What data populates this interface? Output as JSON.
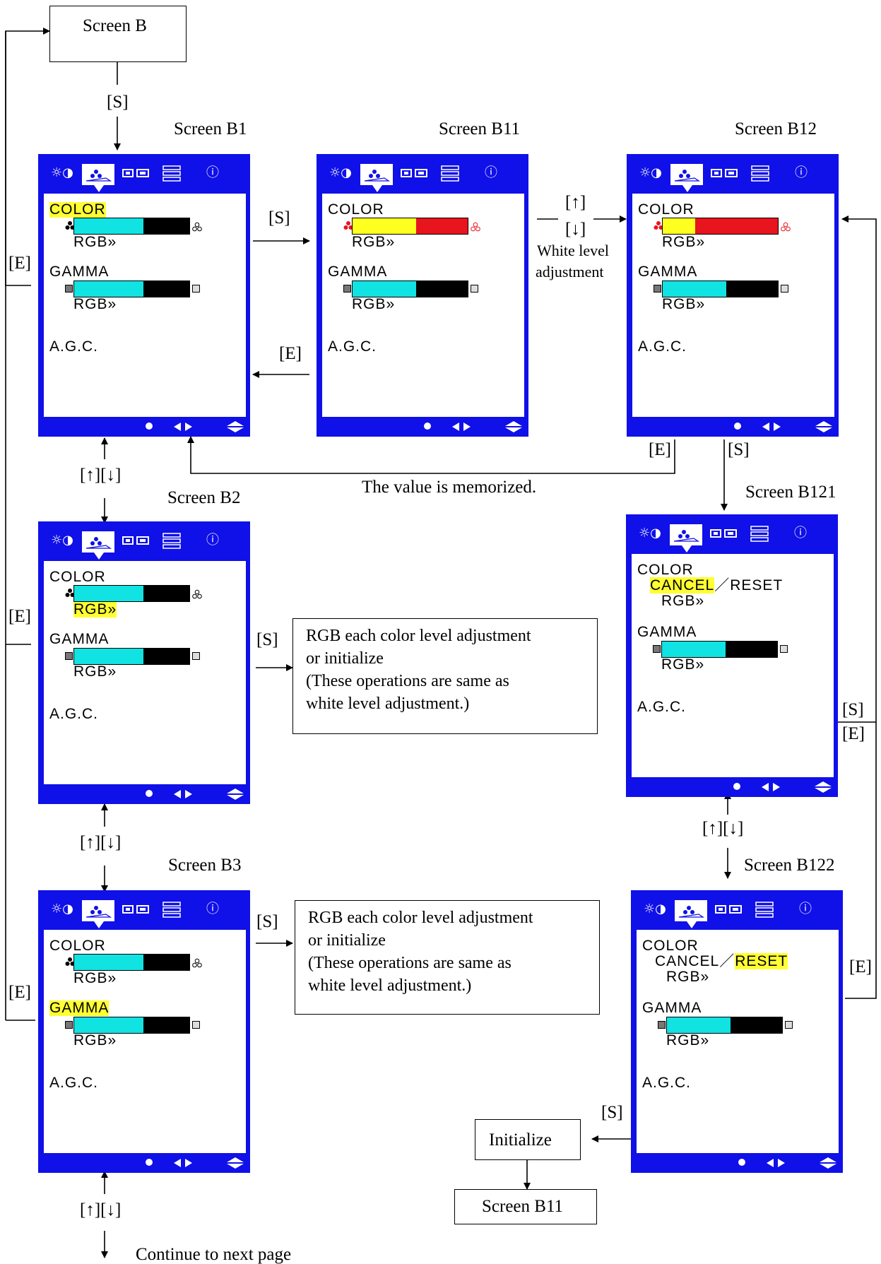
{
  "labels": {
    "screen_b": "Screen B",
    "screen_b1": "Screen B1",
    "screen_b11": "Screen B11",
    "screen_b12": "Screen B12",
    "screen_b2": "Screen B2",
    "screen_b3": "Screen B3",
    "screen_b121": "Screen B121",
    "screen_b122": "Screen B122",
    "initialize": "Initialize",
    "screen_b11_box": "Screen B11",
    "s": "[S]",
    "e": "[E]",
    "updown": "[↑][↓]",
    "up": "[↑]",
    "down": "[↓]",
    "white_level_1": "White level",
    "white_level_2": "adjustment",
    "memorized": "The value is memorized.",
    "continue": "Continue to next page"
  },
  "notes": {
    "rgb_note": [
      "RGB each color level adjustment",
      "or initialize",
      "(These operations are same as",
      "white level adjustment.)"
    ]
  },
  "osd": {
    "color": "COLOR",
    "gamma": "GAMMA",
    "rgb": "RGB»",
    "agc": "A.G.C.",
    "cancel": "CANCEL",
    "slash": "／",
    "reset": "RESET",
    "icons": {
      "brightness": "☼◑",
      "info": "ⓘ"
    },
    "colors": {
      "panel_blue": "#1010e8",
      "bar_fill": "#11e2e2",
      "highlight": "#ffff33",
      "adjust_red": "#e8141e",
      "adjust_yellow": "#ffff20"
    }
  },
  "levels": {
    "b1_color": 0.6,
    "b1_gamma": 0.6,
    "b11_color": 0.55,
    "b11_gamma": 0.55,
    "b12_color": 0.28,
    "b12_gamma": 0.55,
    "b2_color": 0.6,
    "b2_gamma": 0.6,
    "b3_color": 0.6,
    "b3_gamma": 0.6,
    "b121_gamma": 0.55,
    "b122_gamma": 0.55
  }
}
